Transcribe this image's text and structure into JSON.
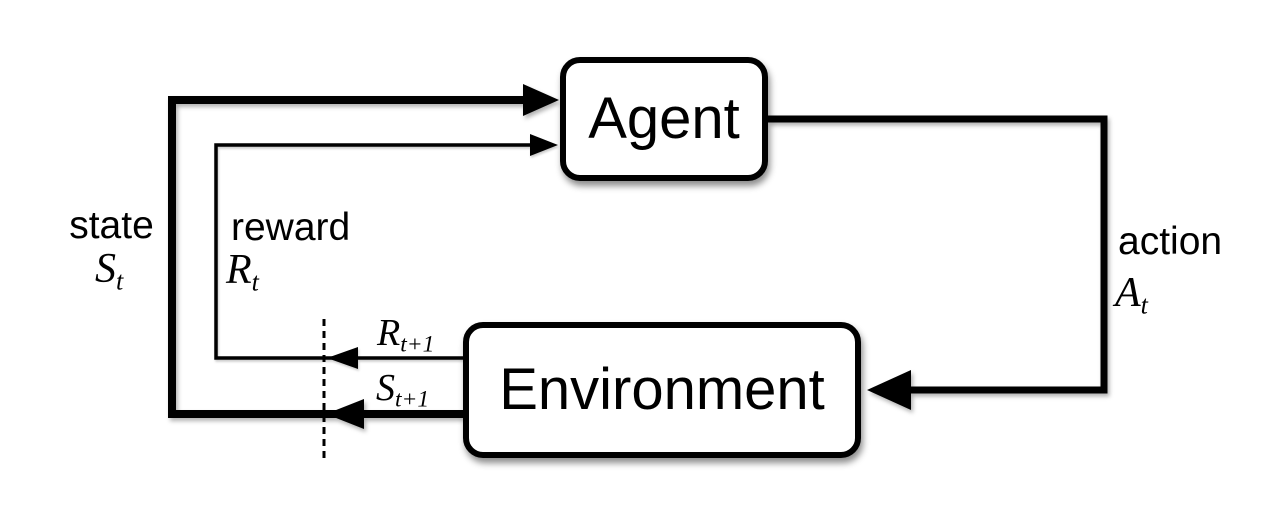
{
  "diagram": {
    "background_color": "#ffffff",
    "line_color": "#000000",
    "box_fill_color": "#ffffff",
    "nodes": {
      "agent": {
        "label": "Agent"
      },
      "environment": {
        "label": "Environment"
      }
    },
    "signals": {
      "state": {
        "name": "state",
        "symbol": "S",
        "subscript": "t"
      },
      "reward": {
        "name": "reward",
        "symbol": "R",
        "subscript": "t"
      },
      "action": {
        "name": "action",
        "symbol": "A",
        "subscript": "t"
      },
      "next_reward": {
        "symbol": "R",
        "subscript": "t+1"
      },
      "next_state": {
        "symbol": "S",
        "subscript": "t+1"
      }
    },
    "edges": [
      {
        "from": "agent",
        "to": "environment",
        "signal": "action",
        "style": "thick"
      },
      {
        "from": "environment",
        "to": "agent",
        "signal": "state",
        "style": "thick",
        "crosses": "time-step-boundary"
      },
      {
        "from": "environment",
        "to": "agent",
        "signal": "reward",
        "style": "thin",
        "crosses": "time-step-boundary"
      }
    ],
    "boundary": {
      "type": "dashed-vertical-line",
      "meaning": "time-step-boundary"
    }
  }
}
